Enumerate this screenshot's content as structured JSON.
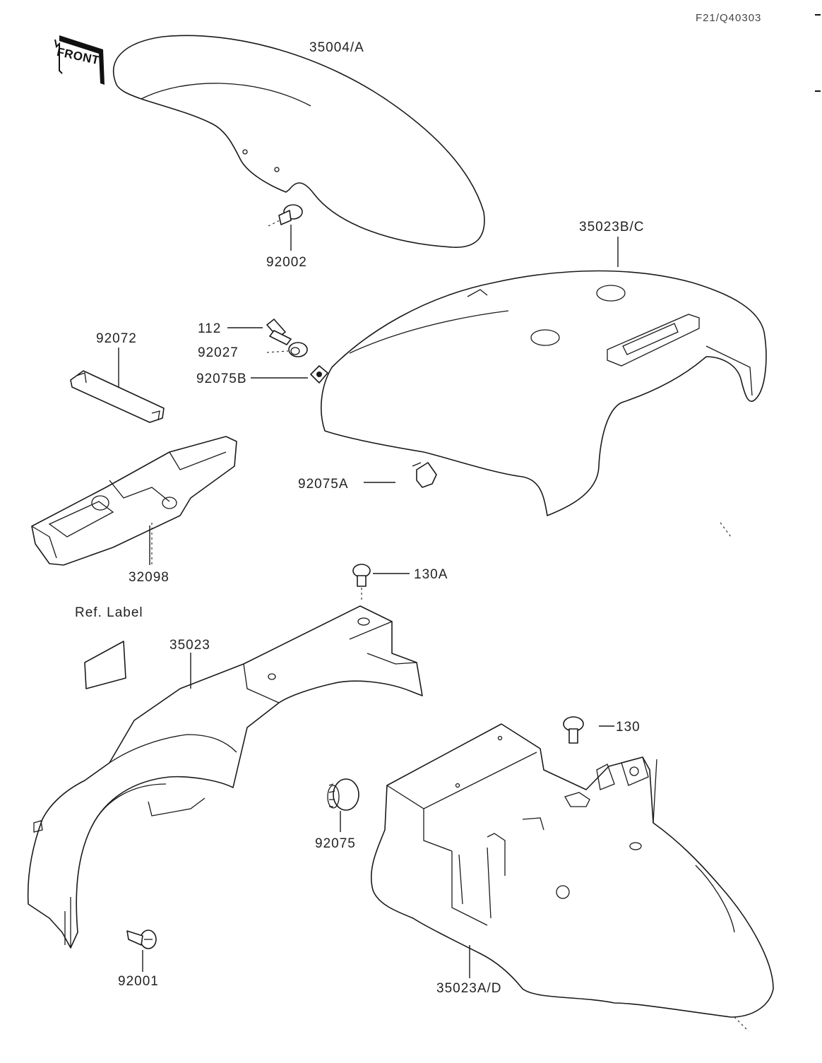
{
  "code": "F21/Q40303",
  "badge": {
    "text": "FRONT",
    "icon": "front-arrow-icon"
  },
  "labels": {
    "front_fender": "35004/A",
    "front_fender_bolt": "92002",
    "rear_cover": "35023B/C",
    "bolt_112": "112",
    "collar_92027": "92027",
    "damper_92075b": "92075B",
    "damper_92075a": "92075A",
    "band_92072": "92072",
    "box_32098": "32098",
    "bolt_130a": "130A",
    "ref_label": "Ref. Label",
    "inner_fender": "35023",
    "bolt_130": "130",
    "damper_92075": "92075",
    "rear_fender": "35023A/D",
    "screw_92001": "92001"
  }
}
